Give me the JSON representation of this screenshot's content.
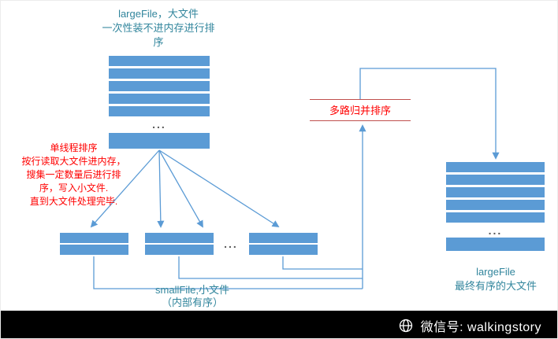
{
  "diagram": {
    "source_file": {
      "title_lines": [
        "largeFile，大文件",
        "一次性装不进内存进行排",
        "序"
      ],
      "ellipsis": "..."
    },
    "process_note": {
      "lines": [
        "单线程排序",
        "按行读取大文件进内存，",
        "搜集一定数量后进行排",
        "序，写入小文件.",
        "直到大文件处理完毕."
      ]
    },
    "small_files": {
      "ellipsis": "...",
      "caption_lines": [
        "smallFile,小文件",
        "（内部有序）"
      ]
    },
    "merge_step": {
      "label": "多路归并排序"
    },
    "result_file": {
      "ellipsis": "...",
      "caption_lines": [
        "largeFile",
        "最终有序的大文件"
      ]
    }
  },
  "footer": {
    "wechat_text": "微信号: walkingstory"
  },
  "colors": {
    "bar_blue": "#5B9BD5",
    "connector_blue": "#5B9BD5",
    "caption_teal": "#31859C",
    "note_red": "#FF0000",
    "merge_border_red": "#C0504D",
    "footer_bg": "#000000",
    "footer_text": "#FFFFFF"
  }
}
